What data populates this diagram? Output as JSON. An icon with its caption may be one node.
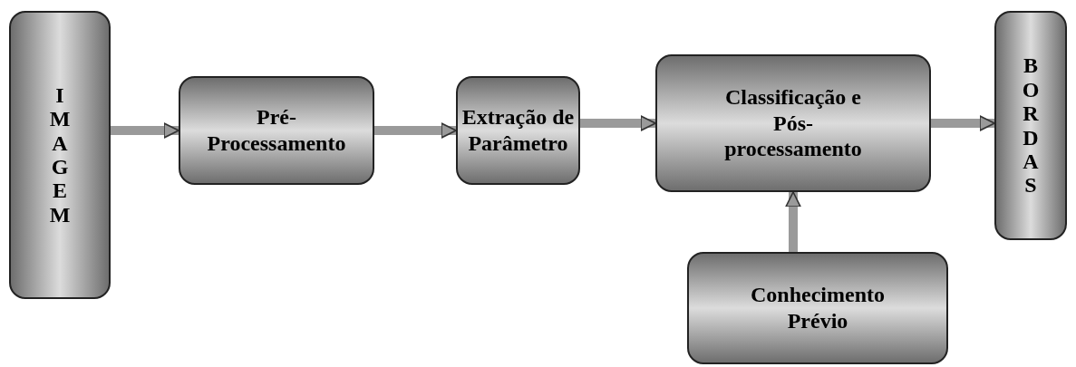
{
  "diagram": {
    "nodes": [
      {
        "text": [
          "IMAGEM"
        ]
      },
      {
        "text": [
          "Pré-Processamento"
        ]
      },
      {
        "text": [
          "Extração de Parâmetro"
        ]
      },
      {
        "text": [
          "Classificação e Pós-processamento"
        ]
      },
      {
        "text": [
          "BORDAS"
        ]
      },
      {
        "text": [
          "Conhecimento Prévio"
        ]
      }
    ],
    "edges": [
      {
        "from": 0,
        "to": 1,
        "arrow": "to"
      },
      {
        "from": 1,
        "to": 2,
        "arrow": "to"
      },
      {
        "from": 2,
        "to": 3,
        "arrow": "to"
      },
      {
        "from": 3,
        "to": 4,
        "arrow": "to"
      },
      {
        "from": 5,
        "to": 3,
        "arrow": "to"
      }
    ]
  }
}
